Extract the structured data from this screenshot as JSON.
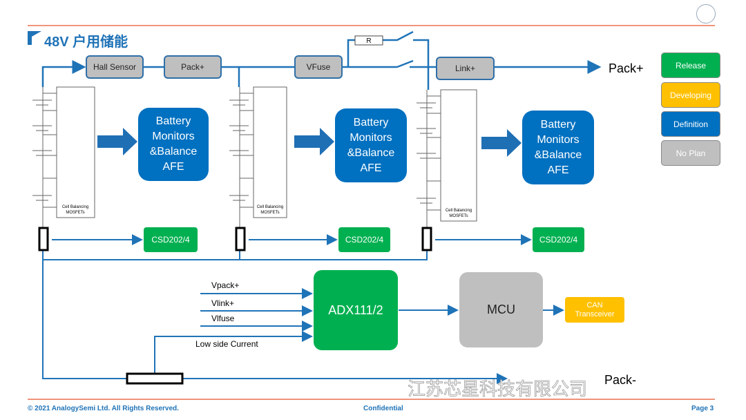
{
  "header": {
    "title": "48V 户用储能"
  },
  "top_bus": {
    "hall_sensor": "Hall Sensor",
    "pack_plus_box": "Pack+",
    "vfuse": "VFuse",
    "resistor": "R",
    "link_plus": "Link+",
    "pack_plus_label": "Pack+"
  },
  "modules": [
    {
      "afe": [
        "Battery",
        "Monitors",
        "&Balance",
        "AFE"
      ],
      "mosfet_label": [
        "Cell Balancing",
        "MOSFETs"
      ],
      "csd": "CSD202/4"
    },
    {
      "afe": [
        "Battery",
        "Monitors",
        "&Balance",
        "AFE"
      ],
      "mosfet_label": [
        "Cell Balancing",
        "MOSFETs"
      ],
      "csd": "CSD202/4"
    },
    {
      "afe": [
        "Battery",
        "Monitors",
        "&Balance",
        "AFE"
      ],
      "mosfet_label": [
        "Cell Balancing",
        "MOSFETs"
      ],
      "csd": "CSD202/4"
    }
  ],
  "signals": {
    "vpack": "Vpack+",
    "vlink": "Vlink+",
    "vlfuse": "Vlfuse",
    "low_side": "Low side Current"
  },
  "blocks": {
    "adc": "ADX111/2",
    "mcu": "MCU",
    "can": [
      "CAN",
      "Transceiver"
    ]
  },
  "pack_minus": "Pack-",
  "legend": [
    {
      "label": "Release",
      "color": "#00b050"
    },
    {
      "label": "Developing",
      "color": "#ffc000"
    },
    {
      "label": "Definition",
      "color": "#0070c0"
    },
    {
      "label": "No Plan",
      "color": "#bfbfbf"
    }
  ],
  "watermark": "江苏芯星科技有限公司",
  "footer": {
    "copyright": "© 2021 AnalogySemi Ltd. All Rights Reserved.",
    "confidential": "Confidential",
    "page": "Page 3"
  },
  "colors": {
    "accent": "#1f73b7",
    "line": "#e8552a"
  }
}
